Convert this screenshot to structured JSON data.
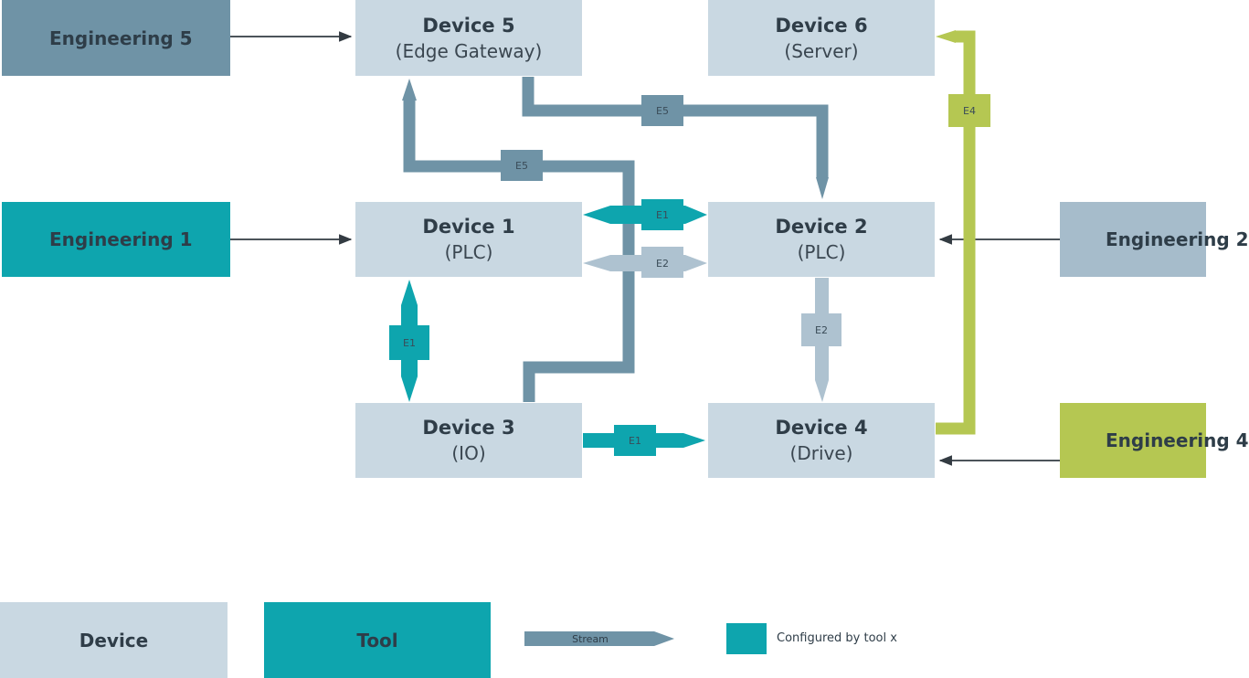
{
  "devices": {
    "d5": {
      "title": "Device 5",
      "sub": "(Edge Gateway)"
    },
    "d6": {
      "title": "Device 6",
      "sub": "(Server)"
    },
    "d1": {
      "title": "Device 1",
      "sub": "(PLC)"
    },
    "d2": {
      "title": "Device 2",
      "sub": "(PLC)"
    },
    "d3": {
      "title": "Device 3",
      "sub": "(IO)"
    },
    "d4": {
      "title": "Device 4",
      "sub": "(Drive)"
    }
  },
  "engineering": {
    "e5": {
      "label": "Engineering 5",
      "color": "#6f93a6"
    },
    "e1": {
      "label": "Engineering 1",
      "color": "#0ea5ae"
    },
    "e2": {
      "label": "Engineering 2",
      "color": "#a6bccb"
    },
    "e4": {
      "label": "Engineering 4",
      "color": "#b5c752"
    }
  },
  "streams": {
    "e5_top": "E5",
    "e5_mid": "E5",
    "e4": "E4",
    "e1_h": "E1",
    "e2_h": "E2",
    "e1_v": "E1",
    "e2_v": "E2",
    "e1_low": "E1"
  },
  "legend": {
    "device": "Device",
    "tool": "Tool",
    "stream": "Stream",
    "configured": "Configured by tool x"
  },
  "colors": {
    "device": "#c9d8e2",
    "stream_e5": "#6f93a6",
    "stream_e1": "#0ea5ae",
    "stream_e2": "#aec2d0",
    "stream_e4": "#b5c752",
    "arrow": "#333b42"
  }
}
